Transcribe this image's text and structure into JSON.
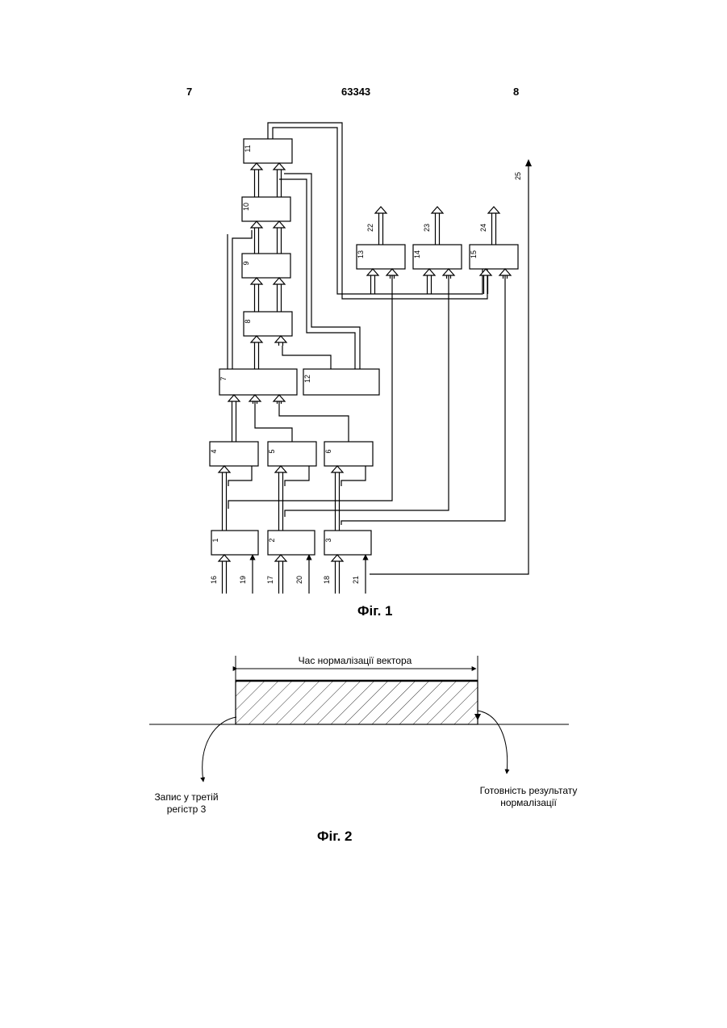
{
  "header": {
    "left_page": "7",
    "patent_number": "63343",
    "right_page": "8"
  },
  "figure1": {
    "caption": "Фіг. 1",
    "blocks": [
      "1",
      "2",
      "3",
      "4",
      "5",
      "6",
      "7",
      "8",
      "9",
      "10",
      "11",
      "12",
      "13",
      "14",
      "15"
    ],
    "inputs": [
      "16",
      "17",
      "18",
      "19",
      "20",
      "21"
    ],
    "outputs": [
      "22",
      "23",
      "24",
      "25"
    ]
  },
  "figure2": {
    "caption": "Фіг. 2",
    "duration_label": "Час нормалізації вектора",
    "start_label_1": "Запис у третій",
    "start_label_2": "регістр 3",
    "end_label_1": "Готовність результату",
    "end_label_2": "нормалізації"
  },
  "colors": {
    "ink": "#000000",
    "paper": "#ffffff"
  }
}
